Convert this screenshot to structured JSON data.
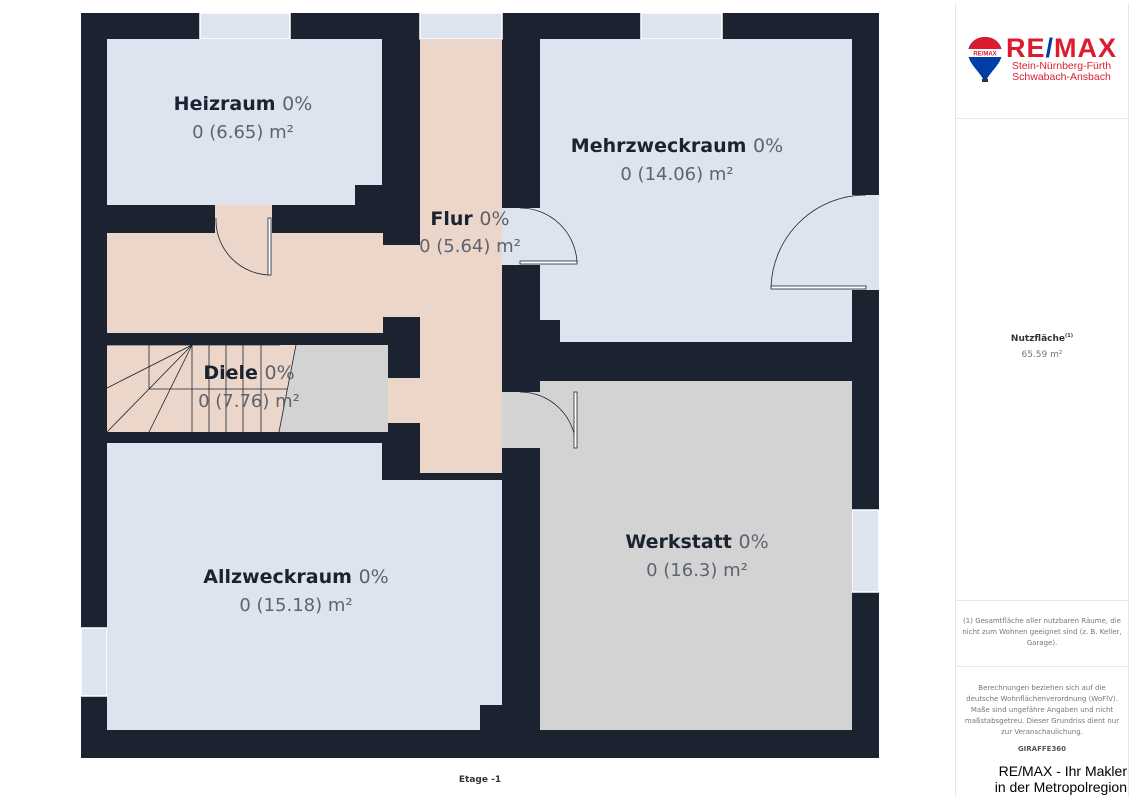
{
  "floor_label": "Etage -1",
  "rooms": {
    "heizraum": {
      "name": "Heizraum",
      "pct": "0%",
      "area": "0 (6.65) m²"
    },
    "flur": {
      "name": "Flur",
      "pct": "0%",
      "area": "0 (5.64) m²"
    },
    "mehrzweckraum": {
      "name": "Mehrzweckraum",
      "pct": "0%",
      "area": "0 (14.06) m²"
    },
    "diele": {
      "name": "Diele",
      "pct": "0%",
      "area": "0 (7.76) m²"
    },
    "allzweckraum": {
      "name": "Allzweckraum",
      "pct": "0%",
      "area": "0 (15.18) m²"
    },
    "werkstatt": {
      "name": "Werkstatt",
      "pct": "0%",
      "area": "0 (16.3) m²"
    }
  },
  "panel": {
    "logo": {
      "brand_left": "RE",
      "brand_slash": "/",
      "brand_right": "MAX",
      "line1": "Stein-Nürnberg-Fürth",
      "line2": "Schwabach-Ansbach",
      "balloon_text": "RE/MAX"
    },
    "nutzflaeche_label": "Nutzfläche",
    "nutzflaeche_sup": "(1)",
    "nutzflaeche_value": "65.59 m²",
    "footnote": "(1) Gesamtfläche aller nutzbaren Räume, die nicht zum Wohnen geeignet sind (z. B. Keller, Garage).",
    "disclaimer": "Berechnungen beziehen sich auf die deutsche Wohnflächenverordnung (WoFlV). Maße sind ungefähre Angaben und nicht maßstabsgetreu. Dieser Grundriss dient nur zur Veranschaulichung.",
    "giraffe": "GIRAFFE360"
  },
  "overlay": {
    "line1": "RE/MAX - Ihr Makler",
    "line2": "in der Metropolregion"
  },
  "colors": {
    "wall": "#1b2330",
    "room": "#dde3ef",
    "hall": "#ecd6c9",
    "grey": "#d3d3d3",
    "brand_red": "#dc1c2e",
    "brand_blue": "#003da5"
  }
}
